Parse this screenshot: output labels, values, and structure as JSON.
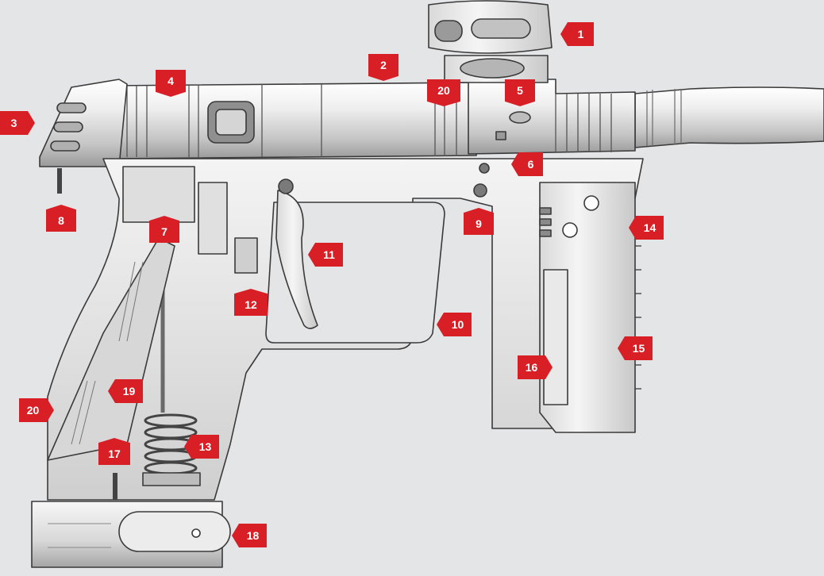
{
  "colors": {
    "background": "#e4e5e7",
    "callout": "#d81f26",
    "callout_text": "#ffffff",
    "outline": "#3a3a3a",
    "metal_light": "#f2f2f2",
    "metal_mid": "#cfcfcf",
    "metal_dark": "#8e8e8e"
  },
  "callouts": [
    {
      "id": "1",
      "label": "1",
      "pointer": "left"
    },
    {
      "id": "2",
      "label": "2",
      "pointer": "down"
    },
    {
      "id": "3",
      "label": "3",
      "pointer": "right"
    },
    {
      "id": "4",
      "label": "4",
      "pointer": "down"
    },
    {
      "id": "20a",
      "label": "20",
      "pointer": "down"
    },
    {
      "id": "5",
      "label": "5",
      "pointer": "down"
    },
    {
      "id": "6",
      "label": "6",
      "pointer": "left"
    },
    {
      "id": "8",
      "label": "8",
      "pointer": "up"
    },
    {
      "id": "7",
      "label": "7",
      "pointer": "up"
    },
    {
      "id": "9",
      "label": "9",
      "pointer": "up"
    },
    {
      "id": "14",
      "label": "14",
      "pointer": "left"
    },
    {
      "id": "11",
      "label": "11",
      "pointer": "left"
    },
    {
      "id": "12",
      "label": "12",
      "pointer": "up"
    },
    {
      "id": "10",
      "label": "10",
      "pointer": "left"
    },
    {
      "id": "15",
      "label": "15",
      "pointer": "left"
    },
    {
      "id": "16",
      "label": "16",
      "pointer": "right"
    },
    {
      "id": "19",
      "label": "19",
      "pointer": "left"
    },
    {
      "id": "20b",
      "label": "20",
      "pointer": "right"
    },
    {
      "id": "17",
      "label": "17",
      "pointer": "up"
    },
    {
      "id": "13",
      "label": "13",
      "pointer": "left"
    },
    {
      "id": "18",
      "label": "18",
      "pointer": "left"
    }
  ]
}
